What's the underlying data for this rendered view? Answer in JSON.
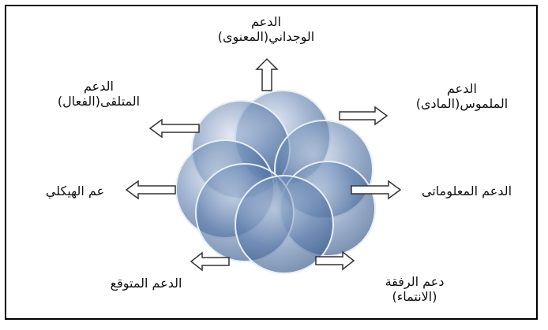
{
  "diagram": {
    "title": "",
    "labels": {
      "top_line1": "الدعم",
      "top_line2": "الوجداني(المعنوى)",
      "topleft_line1": "الدعم",
      "topleft_line2": "المتلقى(الفعال)",
      "topright_line1": "الدعم",
      "topright_line2": "الملموس(المادى)",
      "left": "عم الهيكلي",
      "right": "الدعم المعلوماتى",
      "bottomleft": "الدعم المتوقع",
      "bottomright_line1": "دعم الرفقة",
      "bottomright_line2": "(الانتماء)"
    },
    "colors": {
      "circle_fill": "#5b7ba8",
      "circle_stroke": "#d9e4f2",
      "arrow_stroke": "#333333",
      "frame": "#000000"
    }
  }
}
